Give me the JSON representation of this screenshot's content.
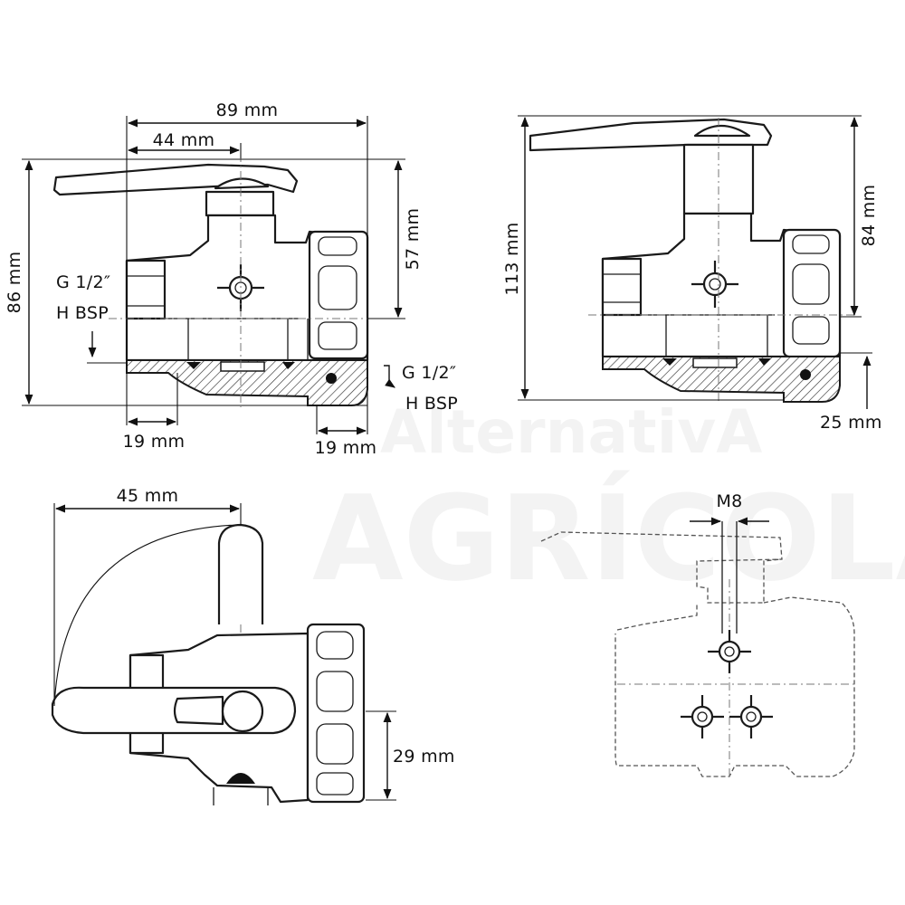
{
  "watermark": {
    "line1": "AlternativA",
    "line2": "AGRÍCOLA"
  },
  "front_view": {
    "width_total": "89 mm",
    "width_axis": "44 mm",
    "height_total": "86 mm",
    "height_axis": "57 mm",
    "thread_left_line1": "G 1/2″",
    "thread_left_line2": "H BSP",
    "thread_right_line1": "G 1/2″",
    "thread_right_line2": "H BSP",
    "thread_depth_left": "19 mm",
    "thread_depth_right": "19 mm"
  },
  "side_view": {
    "height_total": "113 mm",
    "height_axis": "84 mm",
    "base_offset": "25 mm"
  },
  "top_view": {
    "handle_swing": "45 mm",
    "body_offset": "29 mm"
  },
  "mount_view": {
    "bolt_size": "M8"
  },
  "colors": {
    "line": "#1a1a1a",
    "body_fill": "#ffffff",
    "watermark": "#000000"
  }
}
